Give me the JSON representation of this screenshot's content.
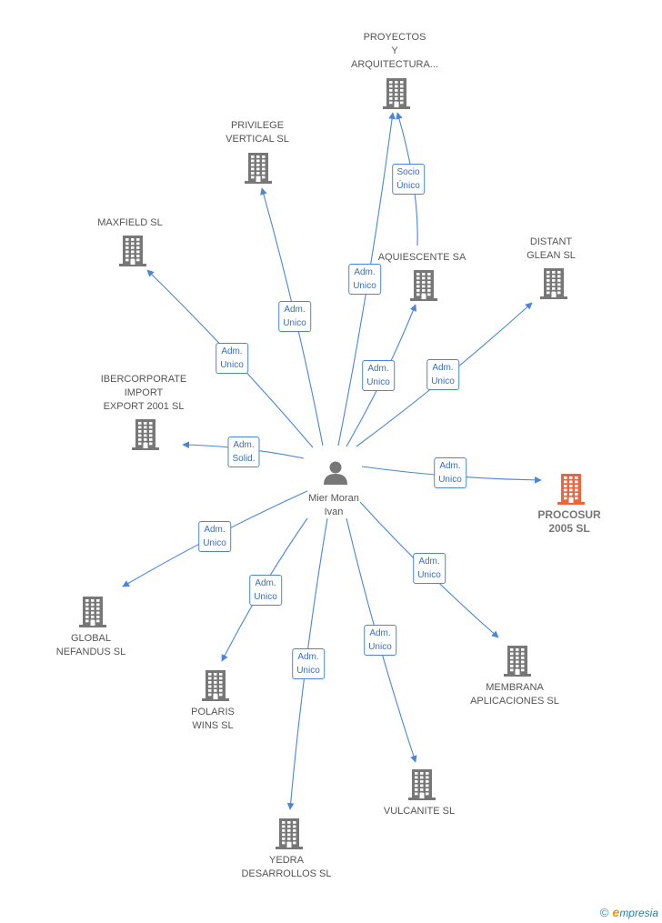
{
  "center": {
    "label": "Mier Moran\nIvan"
  },
  "colors": {
    "edge": "#4a86d8",
    "building": "#777777",
    "focus_building": "#f0643c",
    "person": "#777777"
  },
  "nodes": [
    {
      "id": "proyectos",
      "label": "PROYECTOS\nY\nARQUITECTURA...",
      "icon": "building-icon"
    },
    {
      "id": "privilege",
      "label": "PRIVILEGE\nVERTICAL  SL",
      "icon": "building-icon"
    },
    {
      "id": "maxfield",
      "label": "MAXFIELD SL",
      "icon": "building-icon"
    },
    {
      "id": "aquiescente",
      "label": "AQUIESCENTE SA",
      "icon": "building-icon"
    },
    {
      "id": "distant",
      "label": "DISTANT\nGLEAN  SL",
      "icon": "building-icon"
    },
    {
      "id": "ibercorporate",
      "label": "IBERCORPORATE\nIMPORT\nEXPORT 2001 SL",
      "icon": "building-icon"
    },
    {
      "id": "procosur",
      "label": "PROCOSUR\n2005 SL",
      "icon": "building-icon",
      "focus": true
    },
    {
      "id": "global",
      "label": "GLOBAL\nNEFANDUS SL",
      "icon": "building-icon"
    },
    {
      "id": "polaris",
      "label": "POLARIS\nWINS  SL",
      "icon": "building-icon"
    },
    {
      "id": "yedra",
      "label": "YEDRA\nDESARROLLOS SL",
      "icon": "building-icon"
    },
    {
      "id": "vulcanite",
      "label": "VULCANITE SL",
      "icon": "building-icon"
    },
    {
      "id": "membrana",
      "label": "MEMBRANA\nAPLICACIONES SL",
      "icon": "building-icon"
    }
  ],
  "edges": [
    {
      "from": "center",
      "to": "proyectos",
      "label": "Adm.\nUnico"
    },
    {
      "from": "aquiescente",
      "to": "proyectos",
      "label": "Socio\nÚnico"
    },
    {
      "from": "center",
      "to": "privilege",
      "label": "Adm.\nUnico"
    },
    {
      "from": "center",
      "to": "maxfield",
      "label": "Adm.\nUnico"
    },
    {
      "from": "center",
      "to": "aquiescente",
      "label": "Adm.\nUnico"
    },
    {
      "from": "center",
      "to": "distant",
      "label": "Adm.\nUnico"
    },
    {
      "from": "center",
      "to": "ibercorporate",
      "label": "Adm.\nSolid."
    },
    {
      "from": "center",
      "to": "procosur",
      "label": "Adm.\nUnico"
    },
    {
      "from": "center",
      "to": "global",
      "label": "Adm.\nUnico"
    },
    {
      "from": "center",
      "to": "polaris",
      "label": "Adm.\nUnico"
    },
    {
      "from": "center",
      "to": "yedra",
      "label": "Adm.\nUnico"
    },
    {
      "from": "center",
      "to": "vulcanite",
      "label": "Adm.\nUnico"
    },
    {
      "from": "center",
      "to": "membrana",
      "label": "Adm.\nUnico"
    }
  ],
  "footer": {
    "copyright": "©",
    "brand_e": "e",
    "brand_rest": "mpresia"
  }
}
